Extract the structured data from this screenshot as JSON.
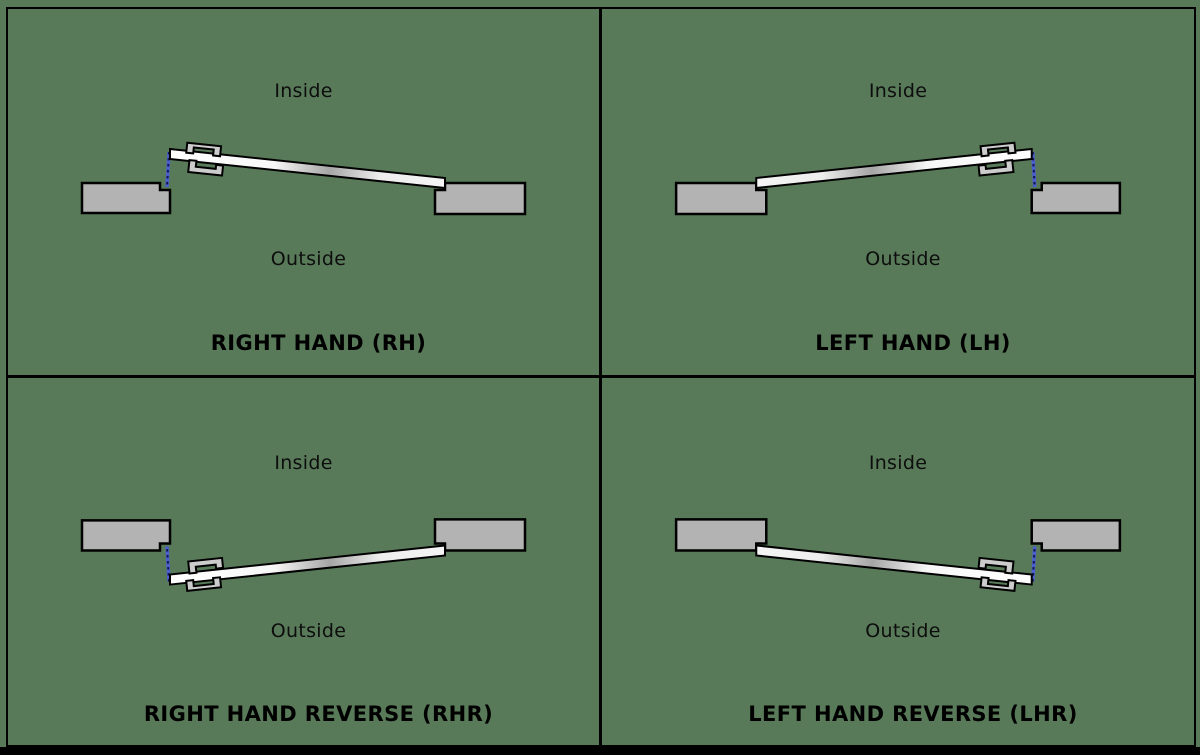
{
  "figure": {
    "type": "door-handing-diagram",
    "colors": {
      "bg": "#587a59",
      "line": "#000000",
      "ink": "#0d0d0d",
      "wall": "#b3b3b3",
      "handle": "#cccccc",
      "swing": "#4a5fd0",
      "swing-dash": "#15154d"
    }
  },
  "quadrants": [
    {
      "key": "rh",
      "inside": "Inside",
      "outside": "Outside",
      "title": "RIGHT HAND (RH)"
    },
    {
      "key": "lh",
      "inside": "Inside",
      "outside": "Outside",
      "title": "LEFT HAND (LH)"
    },
    {
      "key": "rhr",
      "inside": "Inside",
      "outside": "Outside",
      "title": "RIGHT HAND REVERSE (RHR)"
    },
    {
      "key": "lhr",
      "inside": "Inside",
      "outside": "Outside",
      "title": "LEFT HAND REVERSE (LHR)"
    }
  ]
}
